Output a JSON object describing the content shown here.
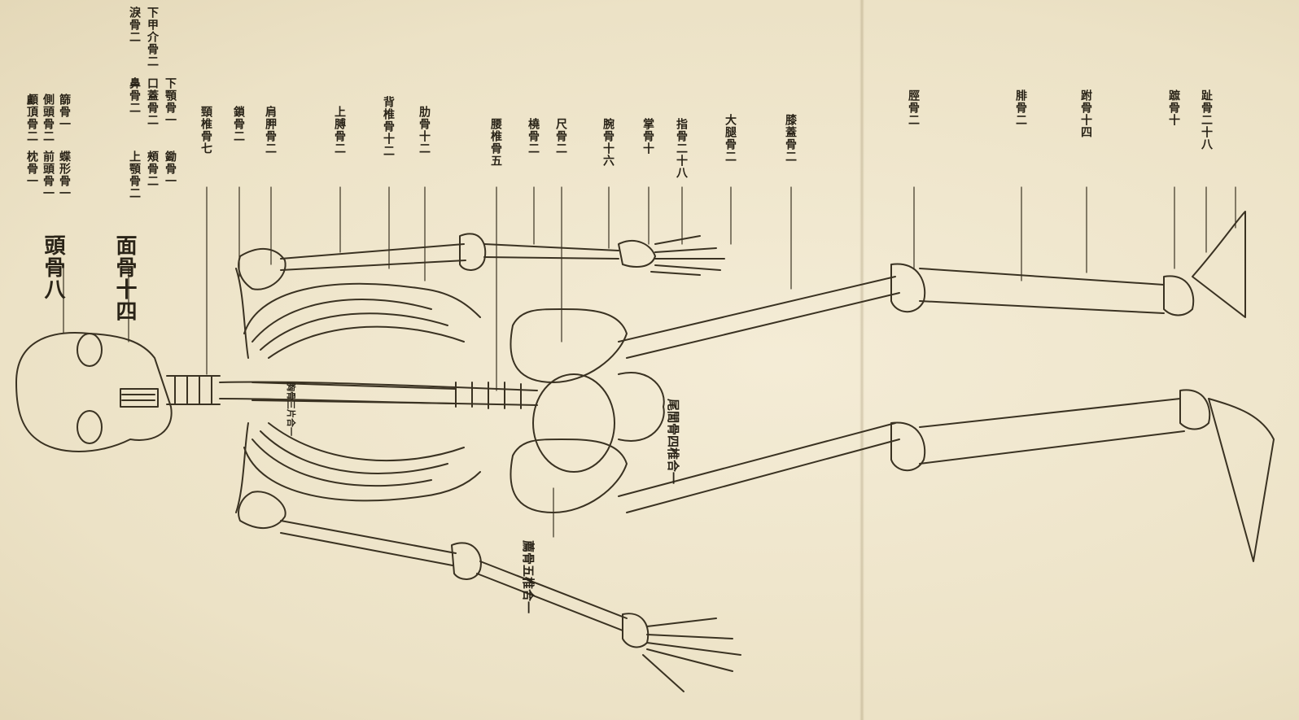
{
  "headings": {
    "skull_title": "頭骨八",
    "face_title": "面骨十四",
    "skull_parts": [
      "枕骨一",
      "顱頂骨二",
      "前頭骨一",
      "側頭骨二",
      "蝶形骨一",
      "篩骨一"
    ],
    "face_parts": [
      "上顎骨二",
      "鼻骨二",
      "淚骨二",
      "頰骨二",
      "口蓋骨二",
      "下甲介骨二",
      "鋤骨一",
      "下顎骨一"
    ]
  },
  "labels": [
    "頸椎骨七",
    "鎖骨二",
    "肩胛骨二",
    "上膊骨二",
    "背椎骨十二",
    "肋骨十二",
    "腰椎骨五",
    "橈骨二",
    "尺骨二",
    "腕骨十六",
    "掌骨十",
    "指骨二十八",
    "大腿骨二",
    "膝蓋骨二",
    "脛骨二",
    "腓骨二",
    "跗骨十四",
    "蹠骨十",
    "趾骨二十八"
  ],
  "pelvis_labels": [
    "尾閭骨四椎合一",
    "薦骨五椎合一",
    "胸骨三片合一"
  ],
  "colors": {
    "paper": "#f1e8d1",
    "ink": "#3a3222",
    "text": "#2a2418"
  }
}
